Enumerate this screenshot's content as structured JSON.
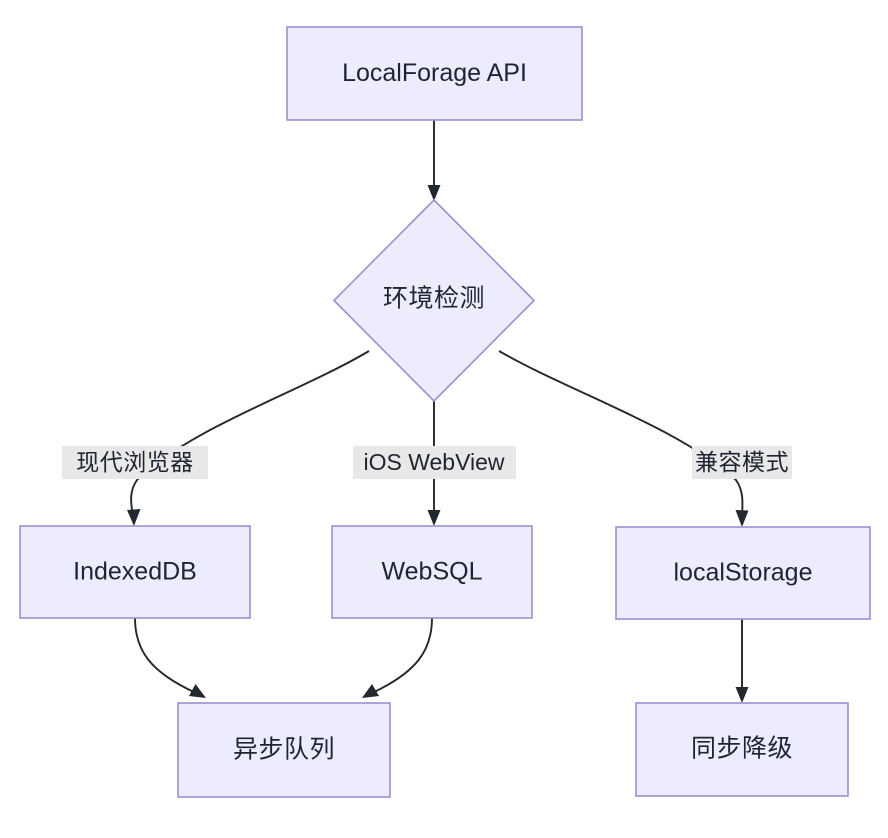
{
  "diagram": {
    "title": "LocalForage storage fallback flowchart",
    "background_color": "#ffffff",
    "node_fill_color": "#ececfd",
    "node_stroke_color": "#9a8fd0",
    "edge_color": "#23272e",
    "edge_label_bg_color": "#e8e8e8",
    "text_color": "#1f2430",
    "nodes": [
      {
        "id": "api",
        "label": "LocalForage API",
        "shape": "rect"
      },
      {
        "id": "detect",
        "label": "环境检测",
        "shape": "diamond"
      },
      {
        "id": "indexeddb",
        "label": "IndexedDB",
        "shape": "rect"
      },
      {
        "id": "websql",
        "label": "WebSQL",
        "shape": "rect"
      },
      {
        "id": "localstorage",
        "label": "localStorage",
        "shape": "rect"
      },
      {
        "id": "asyncqueue",
        "label": "异步队列",
        "shape": "rect"
      },
      {
        "id": "syncfallback",
        "label": "同步降级",
        "shape": "rect"
      }
    ],
    "edges": [
      {
        "from": "api",
        "to": "detect",
        "label": ""
      },
      {
        "from": "detect",
        "to": "indexeddb",
        "label": "现代浏览器"
      },
      {
        "from": "detect",
        "to": "websql",
        "label": "iOS WebView"
      },
      {
        "from": "detect",
        "to": "localstorage",
        "label": "兼容模式"
      },
      {
        "from": "indexeddb",
        "to": "asyncqueue",
        "label": ""
      },
      {
        "from": "websql",
        "to": "asyncqueue",
        "label": ""
      },
      {
        "from": "localstorage",
        "to": "syncfallback",
        "label": ""
      }
    ]
  }
}
